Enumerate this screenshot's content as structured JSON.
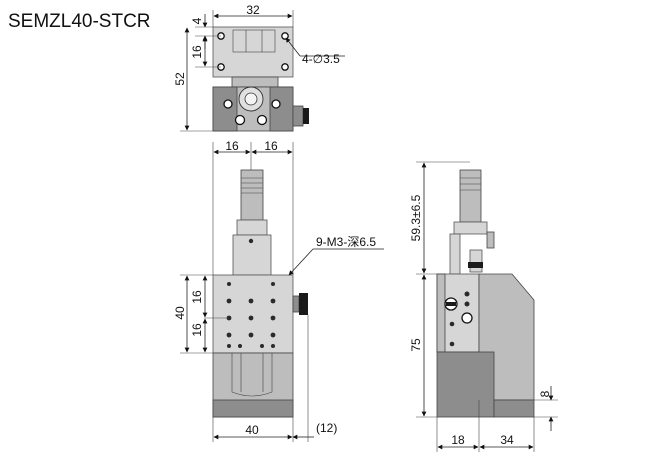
{
  "title": "SEMZL40-STCR",
  "top_view": {
    "dim_width": "32",
    "dim_edge": "4",
    "dim_pitch": "16",
    "dim_height": "52",
    "hole_callout": "4-∅3.5"
  },
  "front_view": {
    "dim_left": "16",
    "dim_right": "16",
    "thread_callout": "9-M3-深6.5",
    "dim_total": "40",
    "dim_pitch_upper": "16",
    "dim_pitch_lower": "16",
    "dim_base": "40",
    "dim_knob": "(12)"
  },
  "side_view": {
    "dim_travel": "59.3±6.5",
    "dim_height": "75",
    "dim_foot": "8",
    "dim_depth_a": "18",
    "dim_depth_b": "34"
  }
}
